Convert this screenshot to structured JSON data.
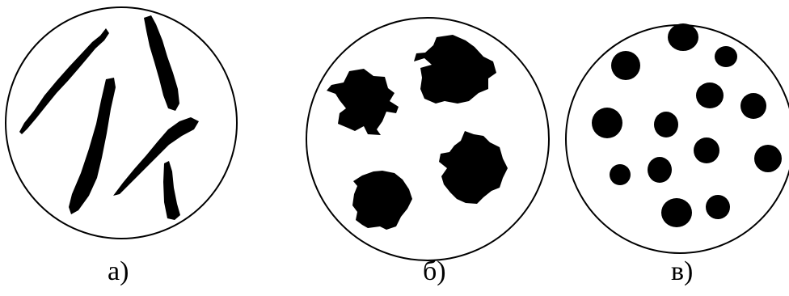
{
  "panels": [
    {
      "label": "а)",
      "inclusion_shape": "elongated-streaks"
    },
    {
      "label": "б)",
      "inclusion_shape": "irregular-blobs"
    },
    {
      "label": "в)",
      "inclusion_shape": "round-globules"
    }
  ],
  "colors": {
    "background": "#ffffff",
    "ink": "#000000"
  }
}
